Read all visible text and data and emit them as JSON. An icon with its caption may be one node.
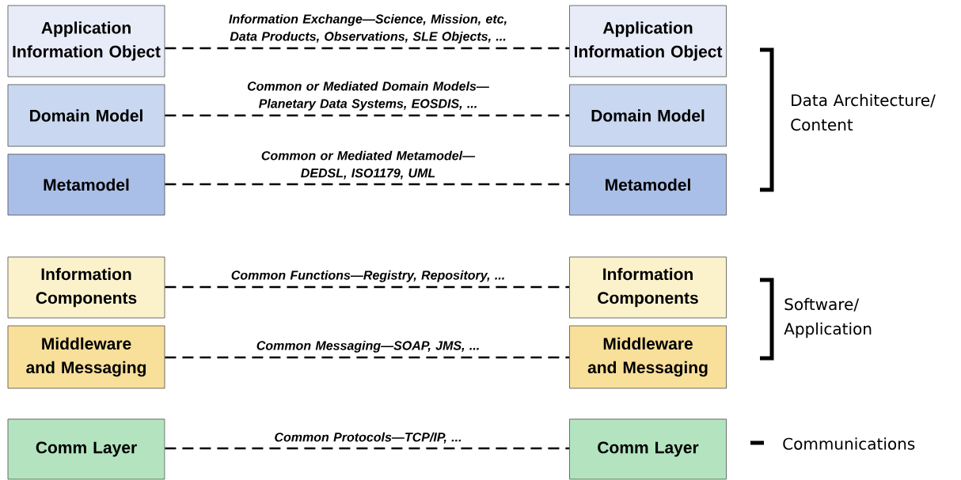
{
  "diagram": {
    "nodes": [
      {
        "text": [
          "Application Information Object"
        ]
      },
      {
        "text": [
          "Application Information Object"
        ]
      },
      {
        "text": [
          "Domain Model"
        ]
      },
      {
        "text": [
          "Domain Model"
        ]
      },
      {
        "text": [
          "Metamodel"
        ]
      },
      {
        "text": [
          "Metamodel"
        ]
      },
      {
        "text": [
          "Information Components"
        ]
      },
      {
        "text": [
          "Information Components"
        ]
      },
      {
        "text": [
          "Middleware and Messaging"
        ]
      },
      {
        "text": [
          "Middleware and Messaging"
        ]
      },
      {
        "text": [
          "Comm Layer"
        ]
      },
      {
        "text": [
          "Comm Layer"
        ]
      }
    ],
    "edges": [
      {
        "from": 0,
        "to": 1,
        "arrow": "none",
        "style": "dashed",
        "label": "Information Exchange—Science, Mission, etc, Data Products, Observations, SLE Objects, ..."
      },
      {
        "from": 2,
        "to": 3,
        "arrow": "none",
        "style": "dashed",
        "label": "Common or Mediated Domain Models— Planetary Data Systems, EOSDIS, ..."
      },
      {
        "from": 4,
        "to": 5,
        "arrow": "none",
        "style": "dashed",
        "label": "Common or Mediated Metamodel—DEDSL, ISO1179, UML"
      },
      {
        "from": 6,
        "to": 7,
        "arrow": "none",
        "style": "dashed",
        "label": "Common Functions—Registry, Repository, ..."
      },
      {
        "from": 8,
        "to": 9,
        "arrow": "none",
        "style": "dashed",
        "label": "Common Messaging—SOAP, JMS, ..."
      },
      {
        "from": 10,
        "to": 11,
        "arrow": "none",
        "style": "dashed",
        "label": "Common Protocols—TCP/IP, ..."
      }
    ],
    "labels": [
      "Data Architecture/ Content",
      "Software/ Application",
      "Communications"
    ]
  }
}
